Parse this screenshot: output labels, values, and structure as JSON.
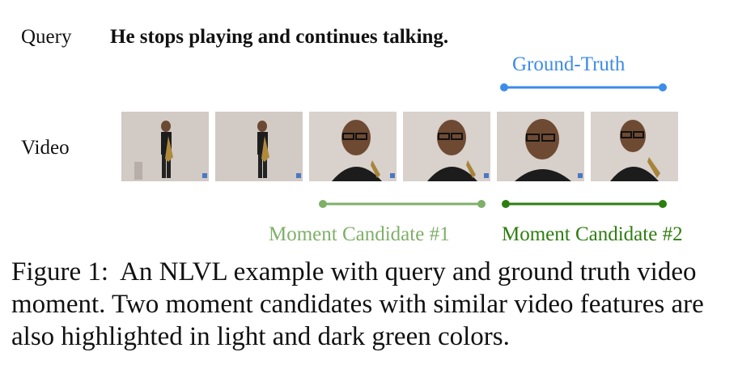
{
  "query": {
    "label": "Query",
    "text": "He stops playing and continues talking."
  },
  "video": {
    "label": "Video",
    "frames": [
      {
        "scene": "saxophone-full-body"
      },
      {
        "scene": "saxophone-full-body"
      },
      {
        "scene": "closeup-talking"
      },
      {
        "scene": "closeup-talking"
      },
      {
        "scene": "closeup-talking"
      },
      {
        "scene": "closeup-talking"
      }
    ]
  },
  "segments": {
    "ground_truth": {
      "label": "Ground-Truth",
      "color": "#3d8ce8"
    },
    "candidate_1": {
      "label": "Moment Candidate #1",
      "color": "#7fb069"
    },
    "candidate_2": {
      "label": "Moment Candidate #2",
      "color": "#2e7d10"
    }
  },
  "caption": {
    "number": "Figure 1:",
    "text": "An NLVL example with query and ground truth video moment. Two moment candidates with similar video features are also highlighted in light and dark green colors."
  }
}
